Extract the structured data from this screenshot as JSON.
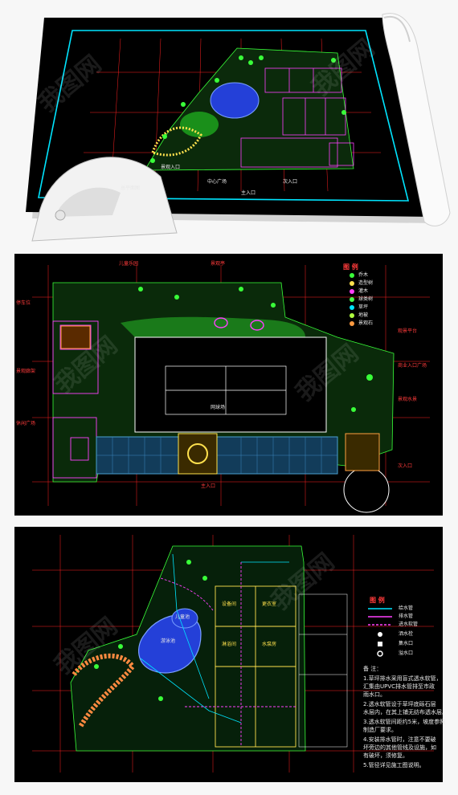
{
  "colors": {
    "page_bg": "#f7f7f7",
    "cad_bg": "#000000",
    "frame_cyan": "#00e5ff",
    "grid_red": "#ff2020",
    "hatch_green": "#39ff39",
    "wall_magenta": "#ff40ff",
    "pool_blue": "#3a5cff",
    "court_white": "#ffffff"
  },
  "sheet1": {
    "labels": [
      "总平面图",
      "景观入口",
      "中心广场",
      "主入口",
      "次入口"
    ]
  },
  "sheet2": {
    "legend_title": "图 例",
    "legend_items": [
      "乔木",
      "造型树",
      "灌木",
      "球类树",
      "草坪",
      "地被",
      "景观石"
    ],
    "labels": [
      {
        "text": "儿童乐园",
        "cls": ""
      },
      {
        "text": "景观亭",
        "cls": ""
      },
      {
        "text": "停车位",
        "cls": ""
      },
      {
        "text": "景观廊架",
        "cls": ""
      },
      {
        "text": "休闲广场",
        "cls": ""
      },
      {
        "text": "网球场",
        "cls": ""
      },
      {
        "text": "观景平台",
        "cls": ""
      },
      {
        "text": "景观水景",
        "cls": ""
      },
      {
        "text": "商业入口广场",
        "cls": ""
      },
      {
        "text": "次入口",
        "cls": ""
      },
      {
        "text": "主入口",
        "cls": ""
      }
    ]
  },
  "sheet3": {
    "legend_title": "图 例",
    "legend_items": [
      "给水管",
      "排水管",
      "进水软管",
      "洒水栓",
      "集水口",
      "溢水口"
    ],
    "pool_labels": [
      "游泳池",
      "儿童池"
    ],
    "room_labels": [
      "设备间",
      "更衣室",
      "淋浴间",
      "水泵房"
    ],
    "notes_title": "备 注：",
    "notes": [
      "1.草坪排水采用盲式透水软管，",
      "汇集由UPVC排水管排至市政",
      "雨水口。",
      "2.透水软管设于草坪底砾石层",
      "水层内，在其上铺无纺布透水层。",
      "3.透水软管间距约5米，坡度参照",
      "制造厂要求。",
      "4.安装排水管时，注意不要破",
      "坏旁边的其他管线及设施，如",
      "有破坏，须修复。",
      "5.管径详见施工图说明。"
    ]
  },
  "watermark": "我图网"
}
